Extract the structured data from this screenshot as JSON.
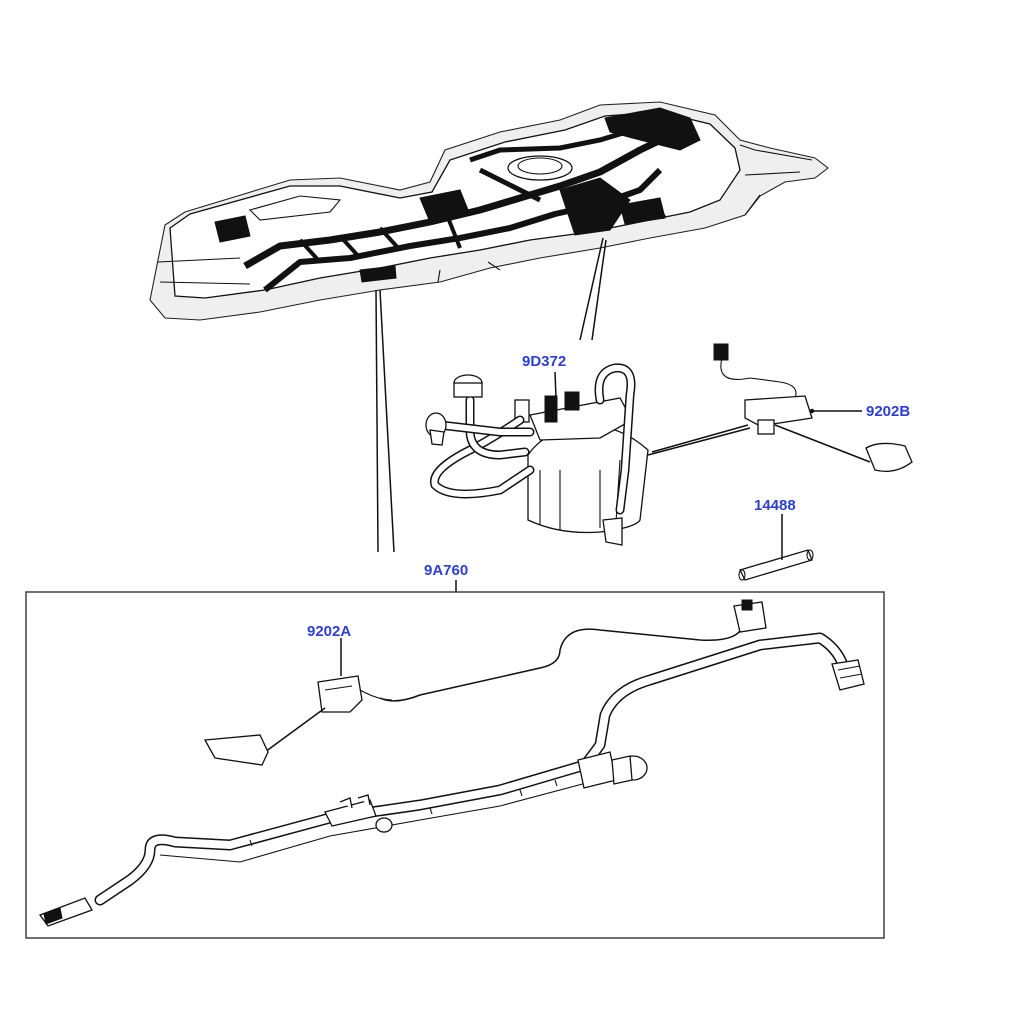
{
  "callouts": {
    "fuel_pump_module": "9D372",
    "fuel_level_sender_b": "9202B",
    "retaining_ring": "14488",
    "wiring_assembly": "9A760",
    "fuel_level_sender_a": "9202A"
  }
}
